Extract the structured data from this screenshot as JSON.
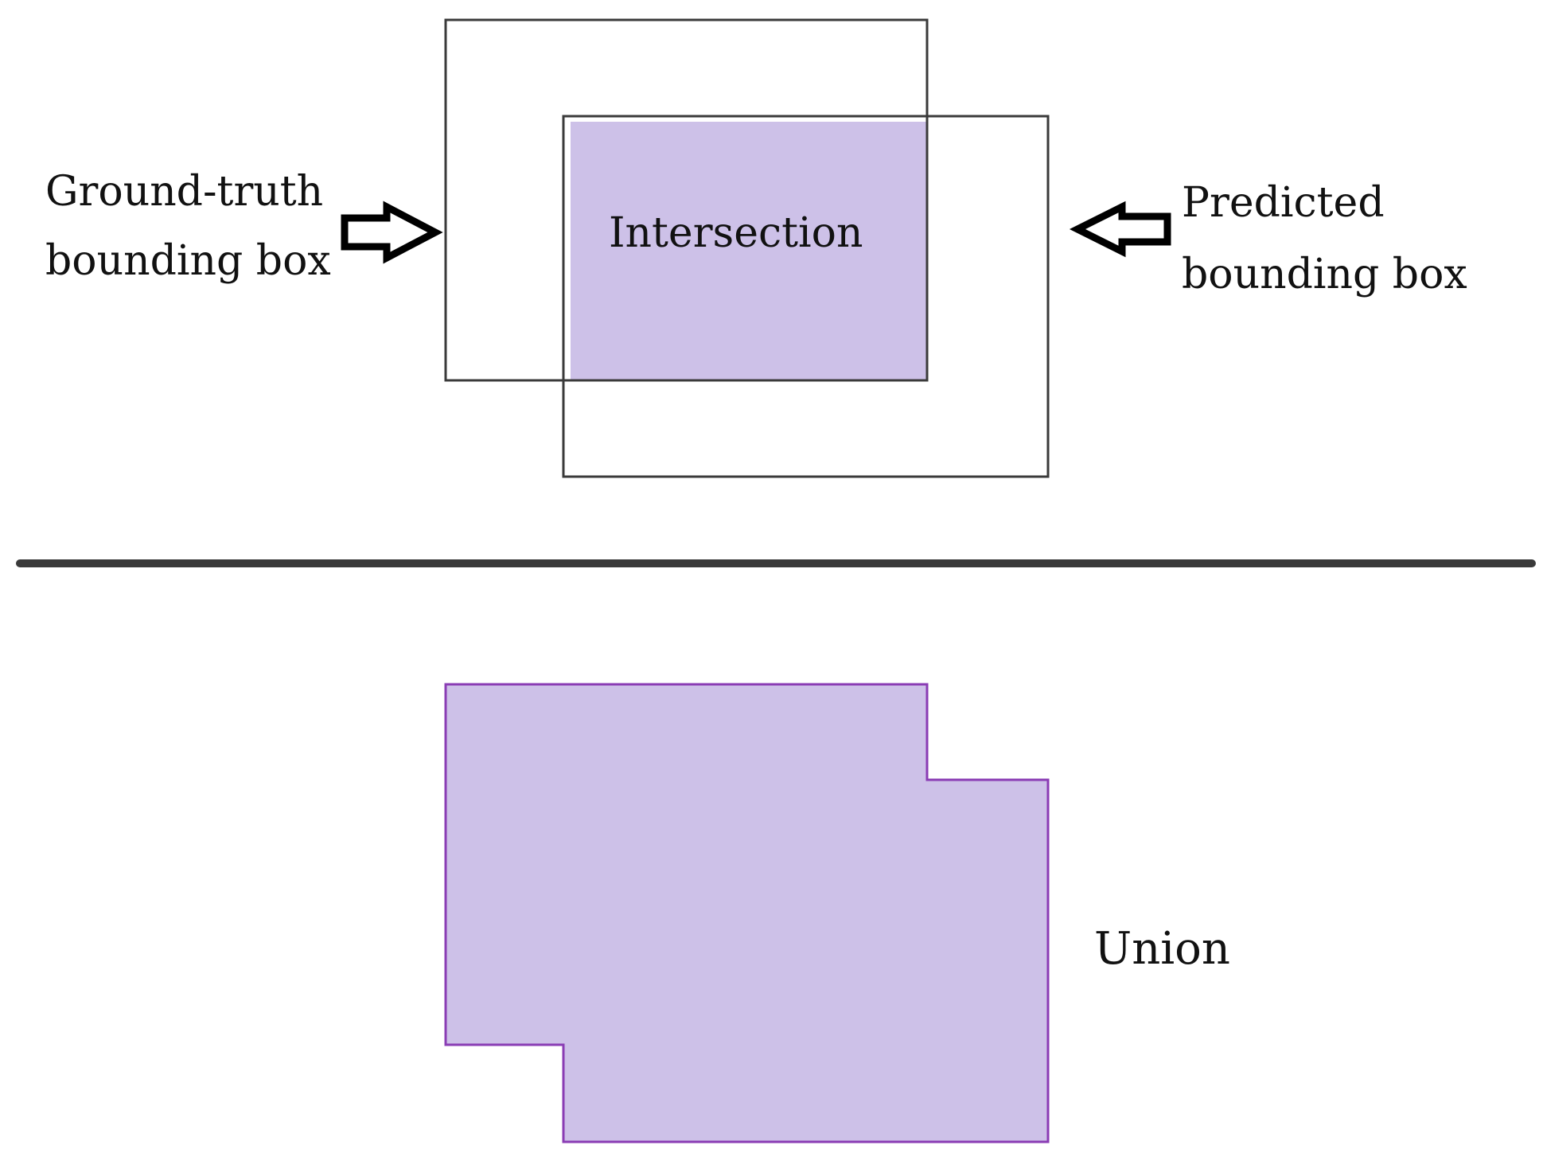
{
  "labels": {
    "ground_truth_line1": "Ground-truth",
    "ground_truth_line2": "bounding box",
    "predicted_line1": "Predicted",
    "predicted_line2": "bounding box",
    "intersection": "Intersection",
    "union": "Union"
  },
  "colors": {
    "background": "#ffffff",
    "box_stroke": "#3a3a3a",
    "fill": "#cdc1e8",
    "union_stroke": "#8a3cb4",
    "divider": "#3a3a3a",
    "arrow_stroke": "#000000"
  },
  "icons": {
    "ground_truth_arrow": "arrow-right-icon",
    "predicted_arrow": "arrow-left-icon"
  }
}
